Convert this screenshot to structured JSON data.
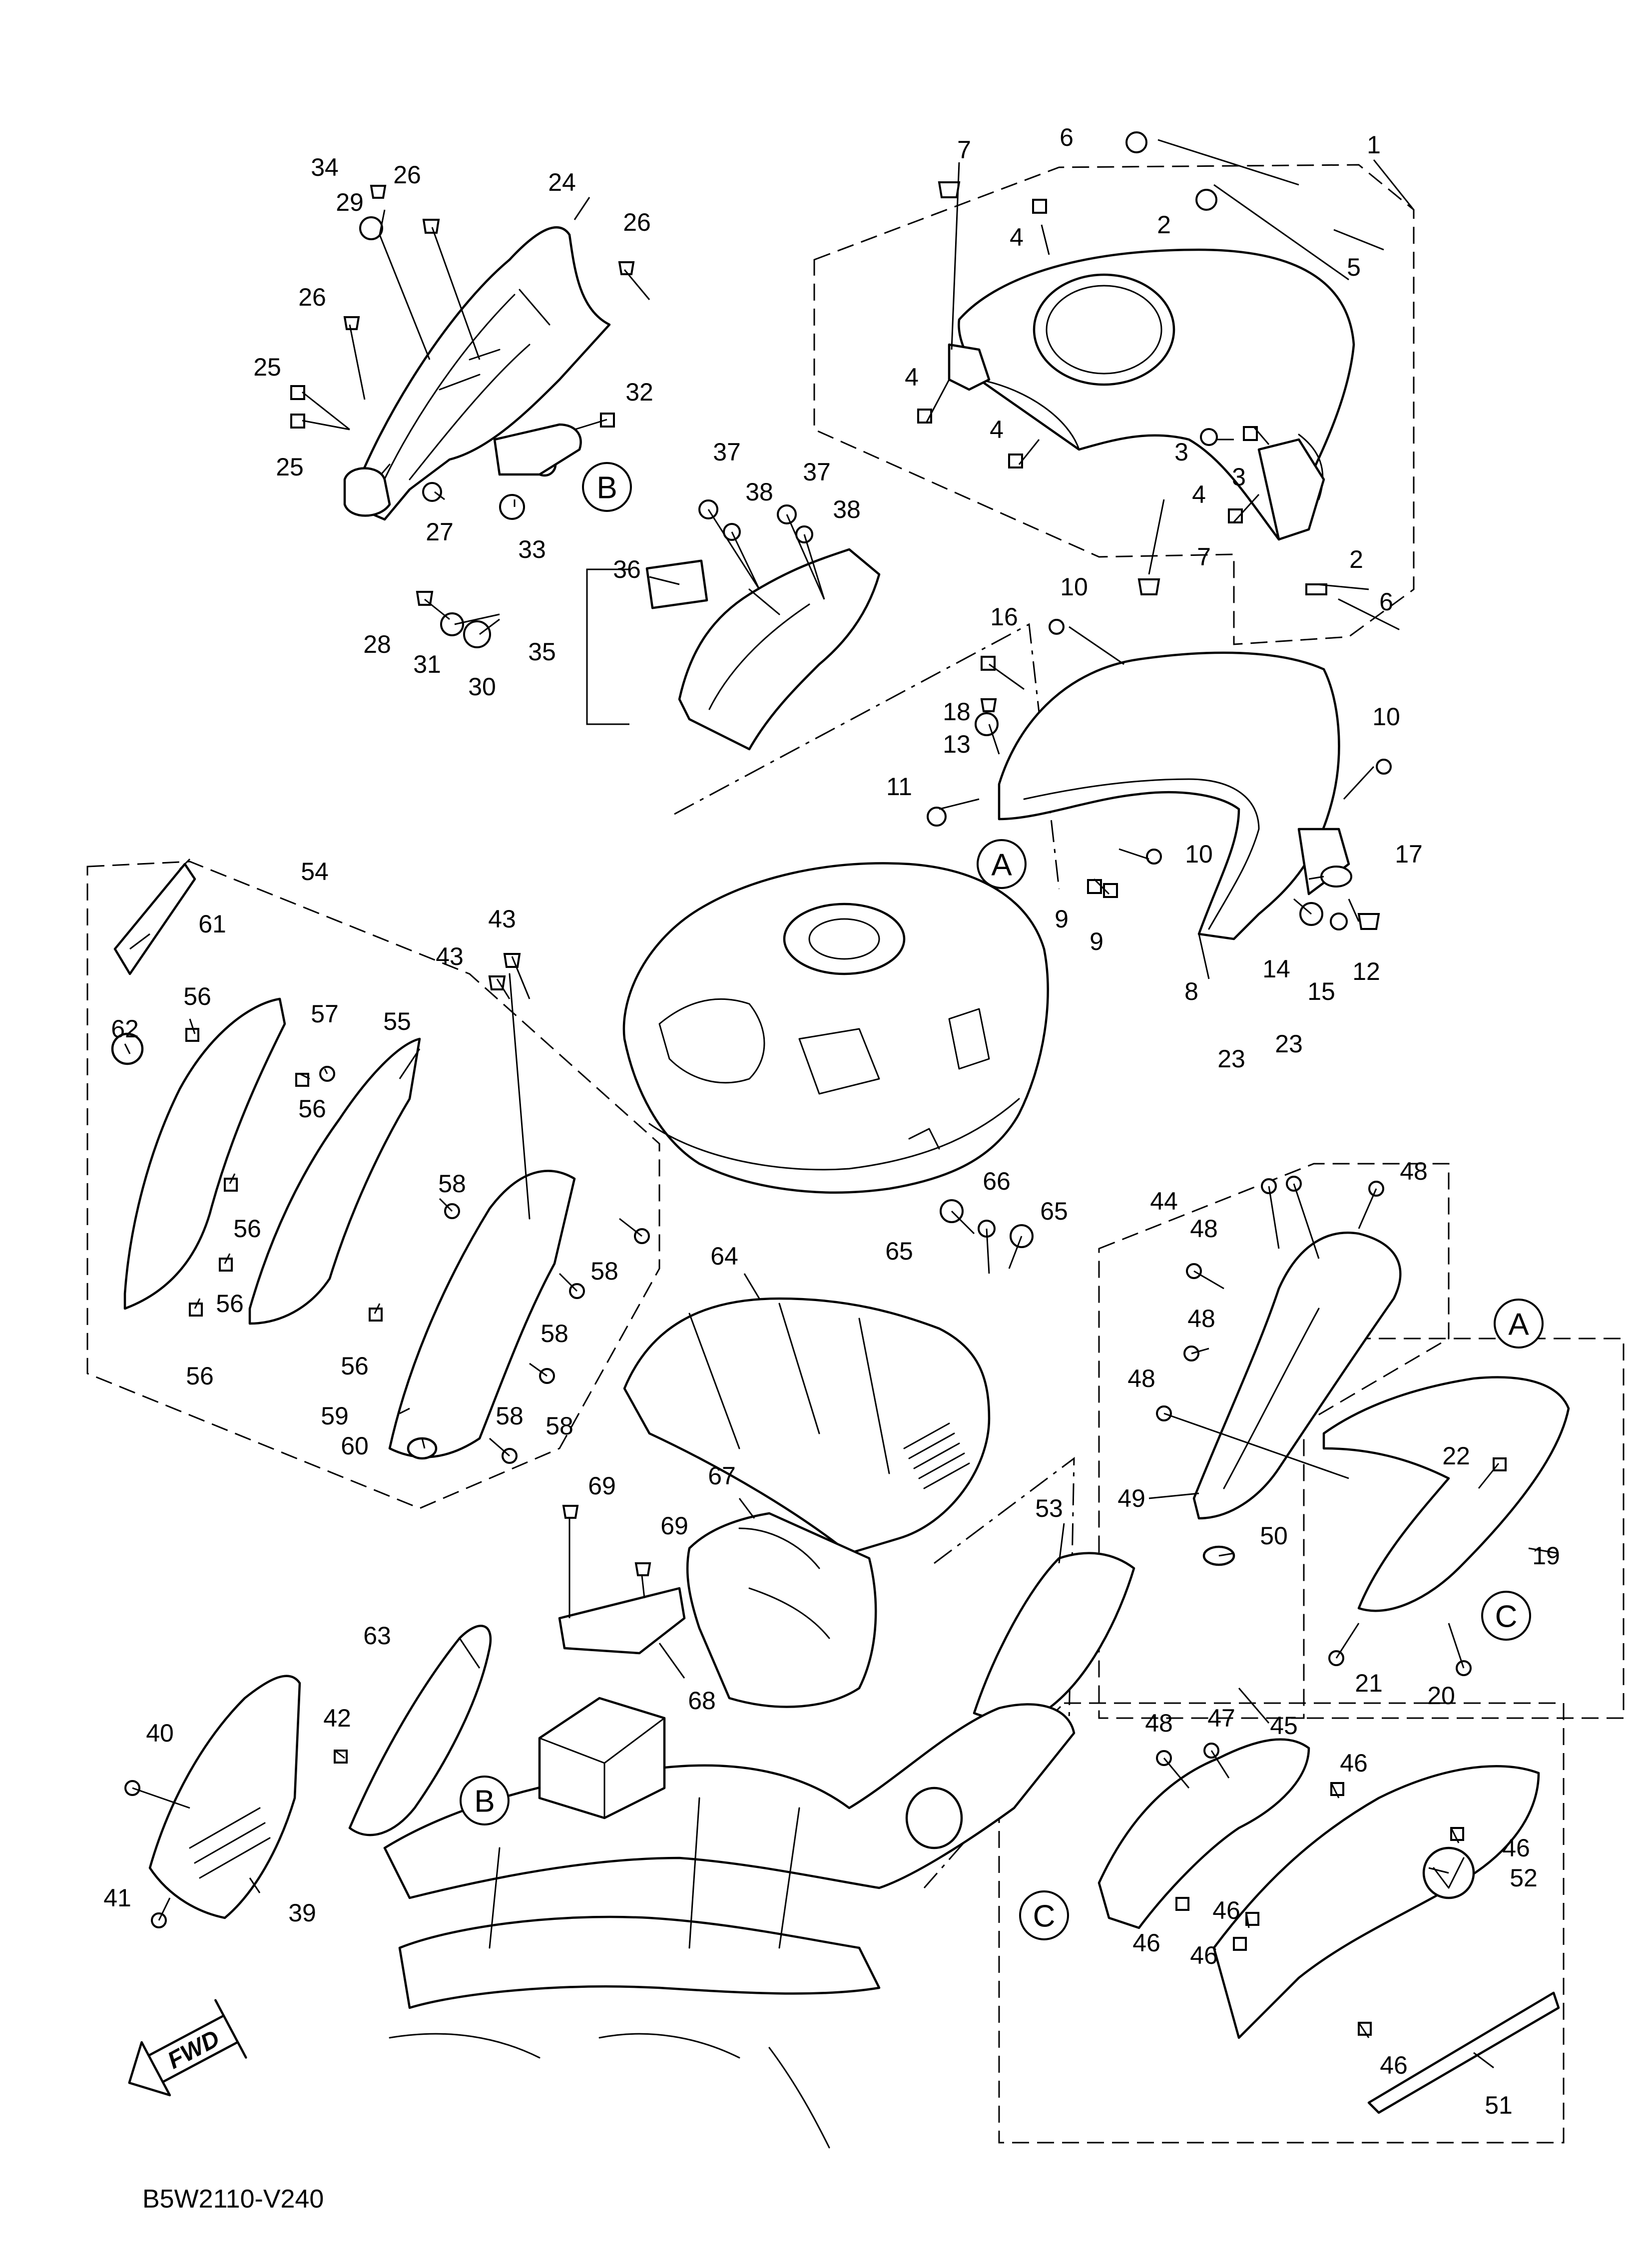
{
  "diagram_code": "B5W2110-V240",
  "fwd_label": "FWD",
  "reference_markers": [
    {
      "id": "ref-a-upper",
      "label": "A"
    },
    {
      "id": "ref-a-lower",
      "label": "A"
    },
    {
      "id": "ref-b-upper",
      "label": "B"
    },
    {
      "id": "ref-b-lower",
      "label": "B"
    },
    {
      "id": "ref-c-upper",
      "label": "C"
    },
    {
      "id": "ref-c-lower",
      "label": "C"
    }
  ],
  "callouts": [
    {
      "id": "c1",
      "label": "1"
    },
    {
      "id": "c2a",
      "label": "2"
    },
    {
      "id": "c2b",
      "label": "2"
    },
    {
      "id": "c3a",
      "label": "3"
    },
    {
      "id": "c3b",
      "label": "3"
    },
    {
      "id": "c4a",
      "label": "4"
    },
    {
      "id": "c4b",
      "label": "4"
    },
    {
      "id": "c4c",
      "label": "4"
    },
    {
      "id": "c4d",
      "label": "4"
    },
    {
      "id": "c5",
      "label": "5"
    },
    {
      "id": "c6a",
      "label": "6"
    },
    {
      "id": "c6b",
      "label": "6"
    },
    {
      "id": "c7a",
      "label": "7"
    },
    {
      "id": "c7b",
      "label": "7"
    },
    {
      "id": "c8",
      "label": "8"
    },
    {
      "id": "c9a",
      "label": "9"
    },
    {
      "id": "c9b",
      "label": "9"
    },
    {
      "id": "c10a",
      "label": "10"
    },
    {
      "id": "c10b",
      "label": "10"
    },
    {
      "id": "c10c",
      "label": "10"
    },
    {
      "id": "c11",
      "label": "11"
    },
    {
      "id": "c12",
      "label": "12"
    },
    {
      "id": "c13",
      "label": "13"
    },
    {
      "id": "c14",
      "label": "14"
    },
    {
      "id": "c15",
      "label": "15"
    },
    {
      "id": "c16",
      "label": "16"
    },
    {
      "id": "c17",
      "label": "17"
    },
    {
      "id": "c18",
      "label": "18"
    },
    {
      "id": "c19",
      "label": "19"
    },
    {
      "id": "c20",
      "label": "20"
    },
    {
      "id": "c21",
      "label": "21"
    },
    {
      "id": "c22",
      "label": "22"
    },
    {
      "id": "c23a",
      "label": "23"
    },
    {
      "id": "c23b",
      "label": "23"
    },
    {
      "id": "c24",
      "label": "24"
    },
    {
      "id": "c25a",
      "label": "25"
    },
    {
      "id": "c25b",
      "label": "25"
    },
    {
      "id": "c26a",
      "label": "26"
    },
    {
      "id": "c26b",
      "label": "26"
    },
    {
      "id": "c26c",
      "label": "26"
    },
    {
      "id": "c27",
      "label": "27"
    },
    {
      "id": "c28",
      "label": "28"
    },
    {
      "id": "c29",
      "label": "29"
    },
    {
      "id": "c30",
      "label": "30"
    },
    {
      "id": "c31",
      "label": "31"
    },
    {
      "id": "c32",
      "label": "32"
    },
    {
      "id": "c33",
      "label": "33"
    },
    {
      "id": "c34",
      "label": "34"
    },
    {
      "id": "c35",
      "label": "35"
    },
    {
      "id": "c36",
      "label": "36"
    },
    {
      "id": "c37a",
      "label": "37"
    },
    {
      "id": "c37b",
      "label": "37"
    },
    {
      "id": "c38a",
      "label": "38"
    },
    {
      "id": "c38b",
      "label": "38"
    },
    {
      "id": "c39",
      "label": "39"
    },
    {
      "id": "c40",
      "label": "40"
    },
    {
      "id": "c41",
      "label": "41"
    },
    {
      "id": "c42",
      "label": "42"
    },
    {
      "id": "c43a",
      "label": "43"
    },
    {
      "id": "c43b",
      "label": "43"
    },
    {
      "id": "c44",
      "label": "44"
    },
    {
      "id": "c45",
      "label": "45"
    },
    {
      "id": "c46a",
      "label": "46"
    },
    {
      "id": "c46b",
      "label": "46"
    },
    {
      "id": "c46c",
      "label": "46"
    },
    {
      "id": "c46d",
      "label": "46"
    },
    {
      "id": "c46e",
      "label": "46"
    },
    {
      "id": "c46f",
      "label": "46"
    },
    {
      "id": "c47",
      "label": "47"
    },
    {
      "id": "c48a",
      "label": "48"
    },
    {
      "id": "c48b",
      "label": "48"
    },
    {
      "id": "c48c",
      "label": "48"
    },
    {
      "id": "c48d",
      "label": "48"
    },
    {
      "id": "c48e",
      "label": "48"
    },
    {
      "id": "c49",
      "label": "49"
    },
    {
      "id": "c50",
      "label": "50"
    },
    {
      "id": "c51",
      "label": "51"
    },
    {
      "id": "c52",
      "label": "52"
    },
    {
      "id": "c53",
      "label": "53"
    },
    {
      "id": "c54",
      "label": "54"
    },
    {
      "id": "c55",
      "label": "55"
    },
    {
      "id": "c56a",
      "label": "56"
    },
    {
      "id": "c56b",
      "label": "56"
    },
    {
      "id": "c56c",
      "label": "56"
    },
    {
      "id": "c56d",
      "label": "56"
    },
    {
      "id": "c56e",
      "label": "56"
    },
    {
      "id": "c56f",
      "label": "56"
    },
    {
      "id": "c57",
      "label": "57"
    },
    {
      "id": "c58a",
      "label": "58"
    },
    {
      "id": "c58b",
      "label": "58"
    },
    {
      "id": "c58c",
      "label": "58"
    },
    {
      "id": "c58d",
      "label": "58"
    },
    {
      "id": "c58e",
      "label": "58"
    },
    {
      "id": "c59",
      "label": "59"
    },
    {
      "id": "c60",
      "label": "60"
    },
    {
      "id": "c61",
      "label": "61"
    },
    {
      "id": "c62",
      "label": "62"
    },
    {
      "id": "c63",
      "label": "63"
    },
    {
      "id": "c64",
      "label": "64"
    },
    {
      "id": "c65a",
      "label": "65"
    },
    {
      "id": "c65b",
      "label": "65"
    },
    {
      "id": "c66",
      "label": "66"
    },
    {
      "id": "c67",
      "label": "67"
    },
    {
      "id": "c68",
      "label": "68"
    },
    {
      "id": "c69a",
      "label": "69"
    },
    {
      "id": "c69b",
      "label": "69"
    }
  ]
}
